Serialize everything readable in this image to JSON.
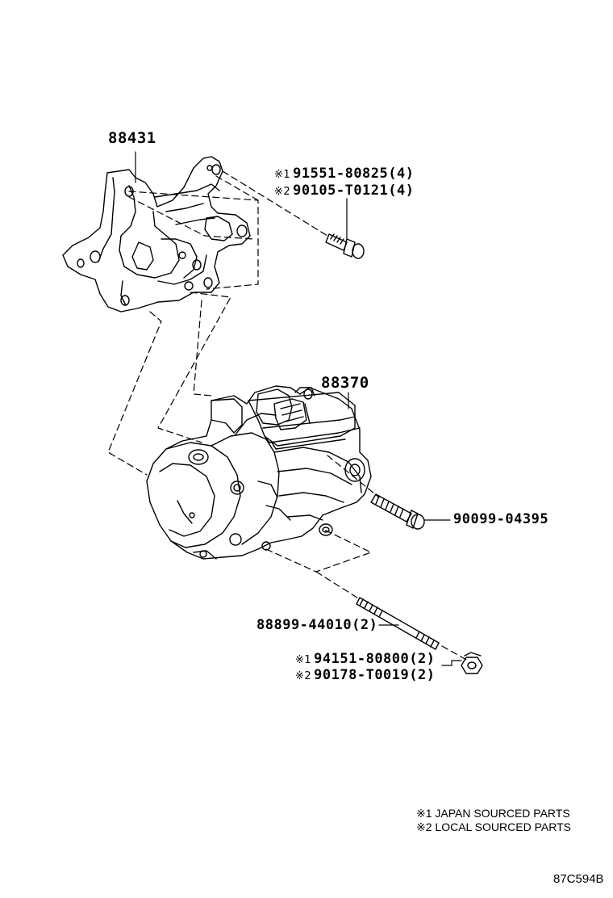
{
  "diagram": {
    "callouts": {
      "bracket": "88431",
      "compressor": "88370",
      "upper_bolt_1": "91551-80825(4)",
      "upper_bolt_2": "90105-T0121(4)",
      "side_bolt": "90099-04395",
      "stud": "88899-44010(2)",
      "nut_1": "94151-80800(2)",
      "nut_2": "90178-T0019(2)"
    },
    "marks": {
      "m1": "※1",
      "m2": "※2"
    },
    "legend": {
      "item1": "※1 JAPAN SOURCED PARTS",
      "item2": "※2 LOCAL SOURCED PARTS"
    },
    "figure_code": "87C594B"
  }
}
